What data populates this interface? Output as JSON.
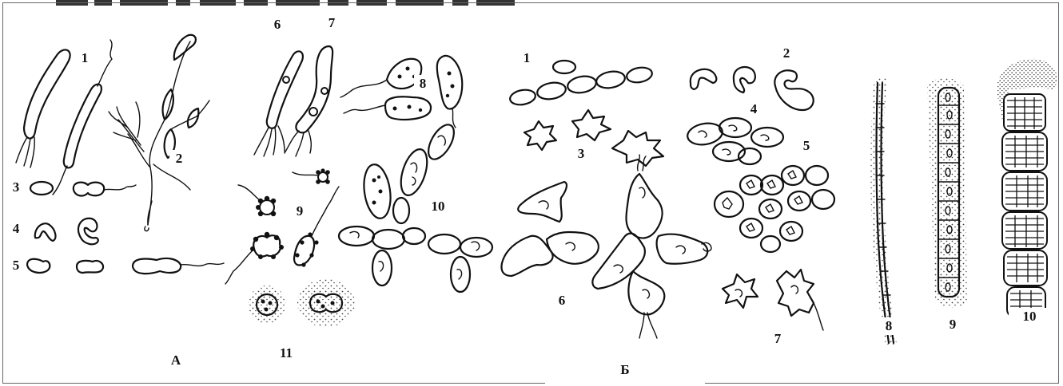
{
  "panels": [
    {
      "id": "A",
      "label": "А"
    },
    {
      "id": "B",
      "label": "Б"
    }
  ],
  "panel_a_labels": [
    "1",
    "2",
    "3",
    "4",
    "5",
    "6",
    "7",
    "8",
    "9",
    "10",
    "11"
  ],
  "panel_b_labels": [
    "1",
    "2",
    "3",
    "4",
    "5",
    "6",
    "7",
    "8",
    "9",
    "10"
  ],
  "colors": {
    "ink": "#111111",
    "background": "#ffffff",
    "frame": "#666666",
    "capsule_stipple": "#444444"
  }
}
